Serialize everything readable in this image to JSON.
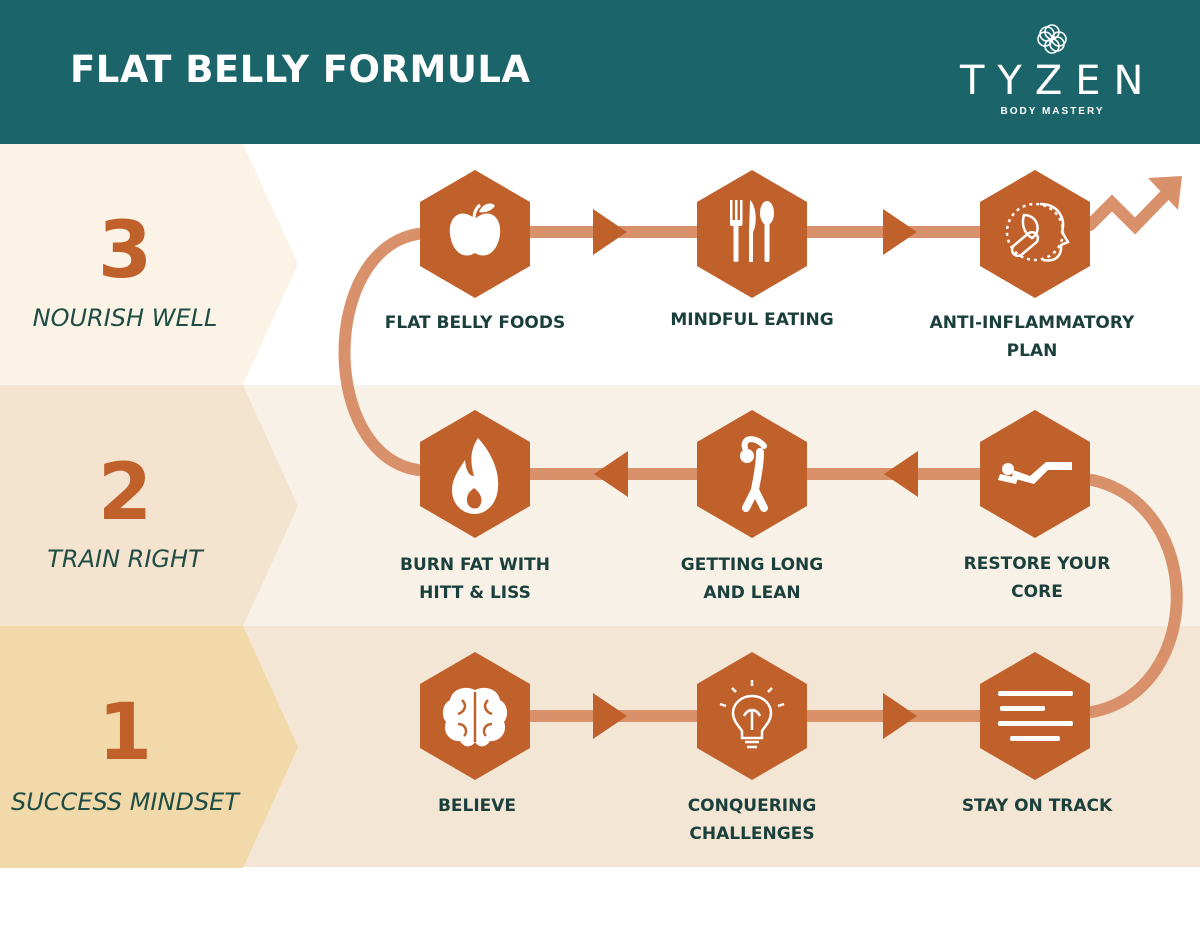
{
  "header": {
    "title": "FLAT BELLY FORMULA"
  },
  "brand": {
    "name": "TYZEN",
    "tagline": "BODY MASTERY"
  },
  "colors": {
    "header_bg": "#1b6469",
    "hex_fill": "#c0602a",
    "path": "#d8916a",
    "label_text": "#1b3f3b",
    "stage_text": "#1f4d45"
  },
  "stages": [
    {
      "number": "3",
      "name": "NOURISH WELL"
    },
    {
      "number": "2",
      "name": "TRAIN RIGHT"
    },
    {
      "number": "1",
      "name": "SUCCESS MINDSET"
    }
  ],
  "steps": [
    {
      "icon": "apple-icon",
      "lines": [
        "FLAT BELLY FOODS"
      ]
    },
    {
      "icon": "cutlery-icon",
      "lines": [
        "MINDFUL EATING"
      ]
    },
    {
      "icon": "anti-inflammatory-icon",
      "lines": [
        "ANTI-INFLAMMATORY",
        "PLAN"
      ]
    },
    {
      "icon": "flame-icon",
      "lines": [
        "BURN FAT WITH",
        "HITT & LISS"
      ]
    },
    {
      "icon": "stretch-icon",
      "lines": [
        "GETTING LONG",
        "AND LEAN"
      ]
    },
    {
      "icon": "crunch-icon",
      "lines": [
        "RESTORE YOUR",
        "CORE"
      ]
    },
    {
      "icon": "brain-icon",
      "lines": [
        "BELIEVE"
      ]
    },
    {
      "icon": "lightbulb-icon",
      "lines": [
        "CONQUERING",
        "CHALLENGES"
      ]
    },
    {
      "icon": "list-lines-icon",
      "lines": [
        "STAY ON TRACK"
      ]
    }
  ]
}
